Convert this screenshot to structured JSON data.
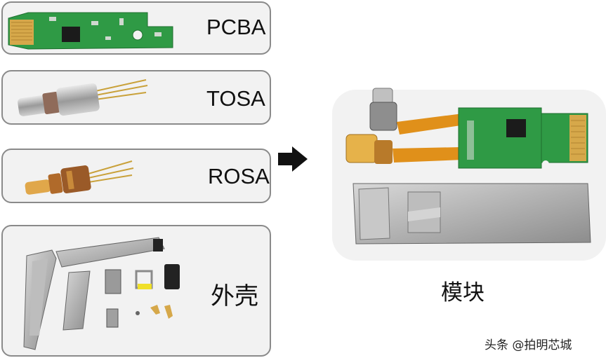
{
  "components": [
    {
      "label": "PCBA",
      "icon": "pcba-board-icon"
    },
    {
      "label": "TOSA",
      "icon": "tosa-component-icon"
    },
    {
      "label": "ROSA",
      "icon": "rosa-component-icon"
    },
    {
      "label": "外壳",
      "icon": "housing-parts-icon"
    }
  ],
  "result": {
    "label": "模块",
    "icon": "assembled-module-icon"
  },
  "arrow_icon": "right-arrow-icon",
  "watermark": "头条 @拍明芯城",
  "colors": {
    "panel_bg": "#f2f2f2",
    "panel_border": "#8a8a8a",
    "pcb_green": "#2f9a45",
    "gold": "#d6a84a",
    "flex_orange": "#e0901a"
  }
}
